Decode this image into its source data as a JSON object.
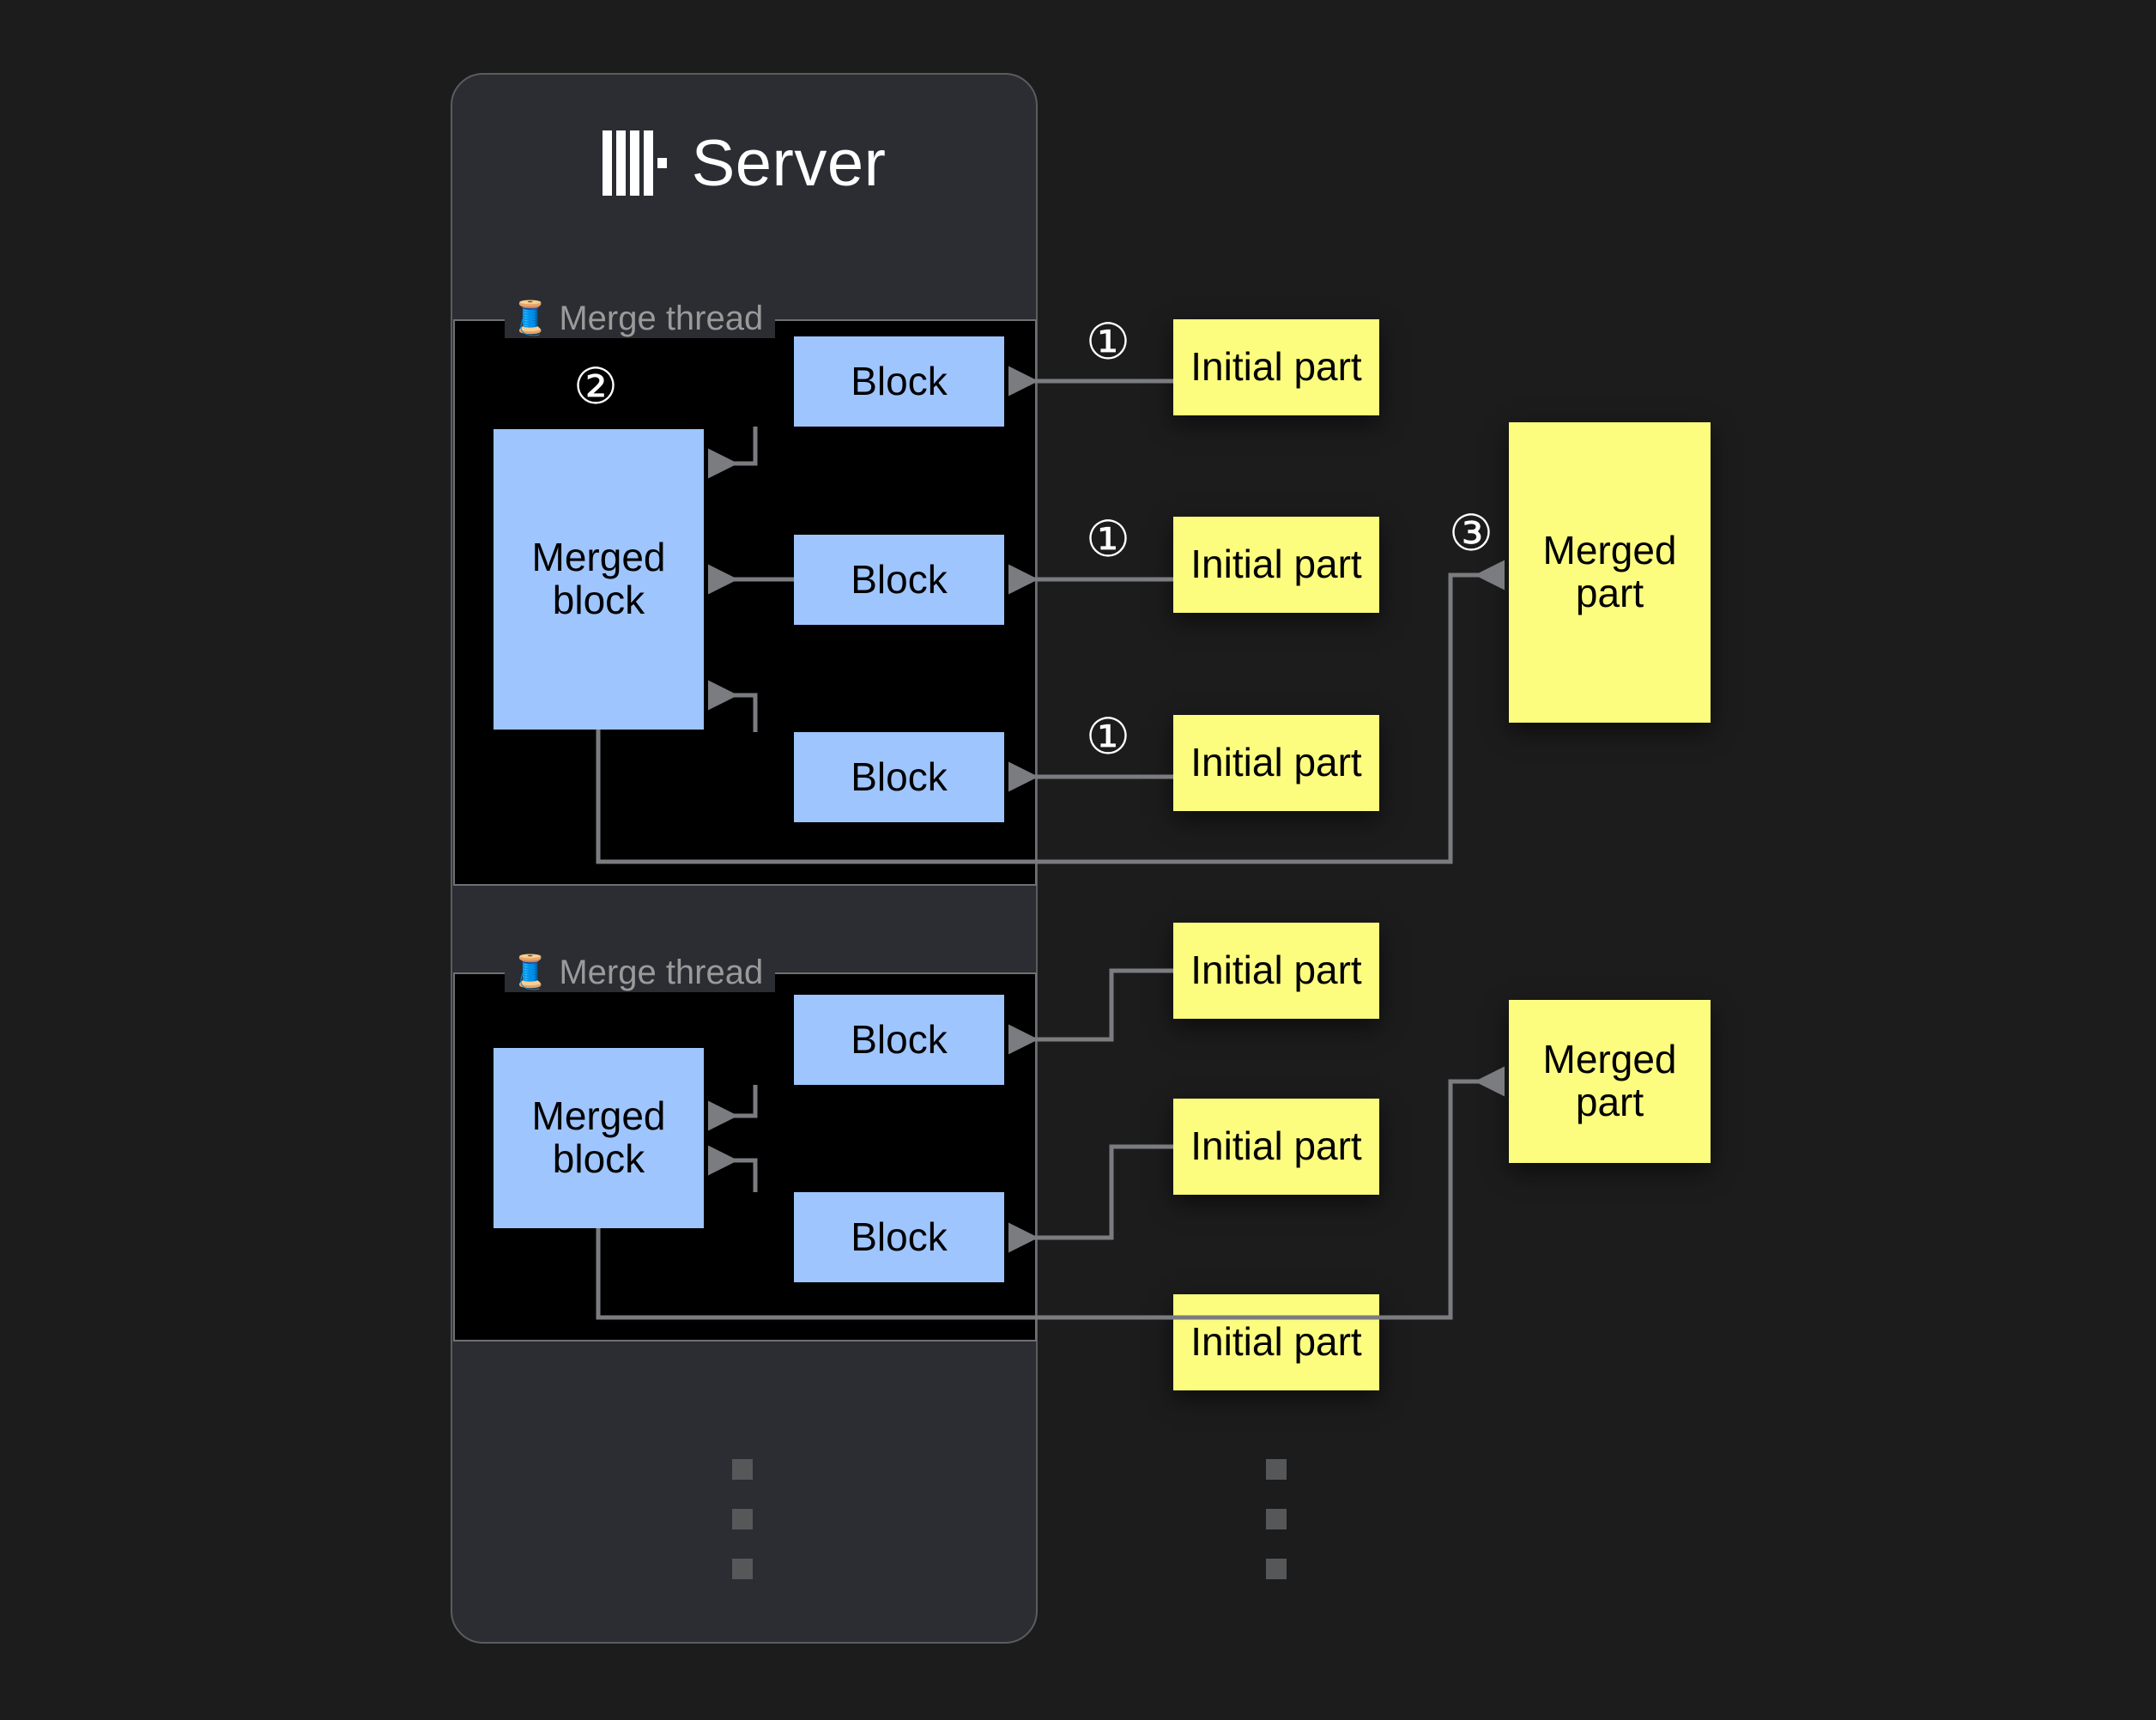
{
  "server": {
    "title": "Server",
    "logo_icon": "clickhouse-logo-icon"
  },
  "merge_threads": [
    {
      "label": "Merge thread",
      "icon": "thread-spool-icon",
      "merged_block_label": "Merged block",
      "blocks": [
        "Block",
        "Block",
        "Block"
      ]
    },
    {
      "label": "Merge thread",
      "icon": "thread-spool-icon",
      "merged_block_label": "Merged block",
      "blocks": [
        "Block",
        "Block"
      ]
    }
  ],
  "initial_parts": [
    "Initial part",
    "Initial part",
    "Initial part",
    "Initial part",
    "Initial part",
    "Initial part"
  ],
  "merged_parts": [
    "Merged part",
    "Merged part"
  ],
  "step_markers": {
    "read_part_1": "①",
    "read_part_2": "①",
    "read_part_3": "①",
    "merge_blocks": "②",
    "write_part": "③"
  },
  "ellipsis": {
    "server_column": "vertical-ellipsis",
    "parts_column": "vertical-ellipsis"
  },
  "colors": {
    "page_background": "#1c1c1c",
    "card_background": "#2b2d33",
    "card_border": "#5a5c60",
    "thread_background": "#000000",
    "thread_border": "#6e7074",
    "block_fill": "#9ec5fd",
    "part_fill": "#fcfc7f",
    "connector": "#7a7c80",
    "label_text": "#9a9a9a",
    "title_text": "#ffffff"
  }
}
